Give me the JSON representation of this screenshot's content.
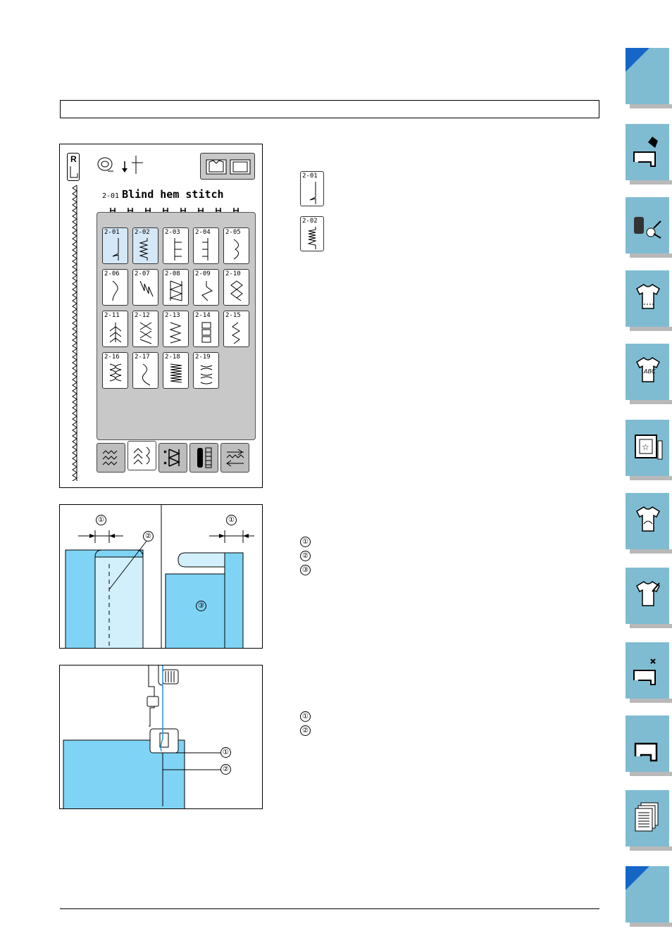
{
  "screen": {
    "stitch_code": "2-01",
    "stitch_name": "Blind hem stitch",
    "stitches": [
      {
        "code": "2-01",
        "selected": true
      },
      {
        "code": "2-02",
        "selected": true
      },
      {
        "code": "2-03",
        "selected": false
      },
      {
        "code": "2-04",
        "selected": false
      },
      {
        "code": "2-05",
        "selected": false
      },
      {
        "code": "2-06",
        "selected": false
      },
      {
        "code": "2-07",
        "selected": false
      },
      {
        "code": "2-08",
        "selected": false
      },
      {
        "code": "2-09",
        "selected": false
      },
      {
        "code": "2-10",
        "selected": false
      },
      {
        "code": "2-11",
        "selected": false
      },
      {
        "code": "2-12",
        "selected": false
      },
      {
        "code": "2-13",
        "selected": false
      },
      {
        "code": "2-14",
        "selected": false
      },
      {
        "code": "2-15",
        "selected": false
      },
      {
        "code": "2-16",
        "selected": false
      },
      {
        "code": "2-17",
        "selected": false
      },
      {
        "code": "2-18",
        "selected": false
      },
      {
        "code": "2-19",
        "selected": false
      }
    ],
    "foot_letter": "R"
  },
  "legend_stitches": [
    {
      "code": "2-01"
    },
    {
      "code": "2-02"
    }
  ],
  "fig2": {
    "markers": [
      "①",
      "②",
      "③"
    ],
    "legend": [
      "①",
      "②",
      "③"
    ]
  },
  "fig3": {
    "markers": [
      "①",
      "②"
    ],
    "legend": [
      "①",
      "②"
    ]
  },
  "colors": {
    "fabric": "#7fd4f5",
    "fabric_light": "#d2f0fc",
    "tab": "#7fbcd2",
    "tab_corner": "#1566c7",
    "selected_cell": "#d4e8f8"
  },
  "side_tabs": [
    {
      "icon": "blank-corner-icon"
    },
    {
      "icon": "machine-with-hand-icon"
    },
    {
      "icon": "threads-and-scissors-icon"
    },
    {
      "icon": "shirt-stitch-icon"
    },
    {
      "icon": "shirt-abc-icon"
    },
    {
      "icon": "embroidery-frame-icon"
    },
    {
      "icon": "shirt-design-icon"
    },
    {
      "icon": "shirt-edit-icon"
    },
    {
      "icon": "machine-maintenance-icon"
    },
    {
      "icon": "machine-icon"
    },
    {
      "icon": "documents-icon"
    },
    {
      "icon": "blank-corner-icon"
    }
  ]
}
